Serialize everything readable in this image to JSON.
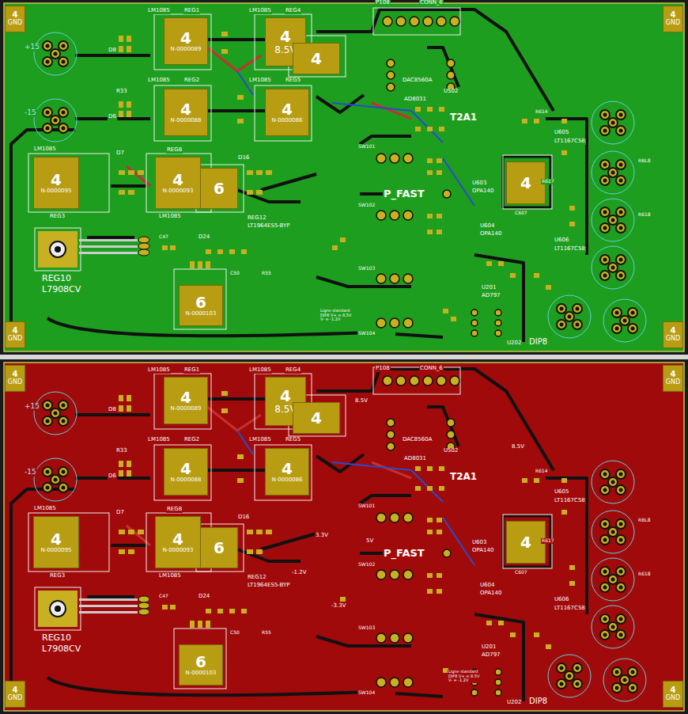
{
  "diagram": {
    "nodes": [
      {
        "text": [
          "4",
          "GND"
        ]
      },
      {
        "text": [
          "4",
          "GND"
        ]
      },
      {
        "text": [
          "4",
          "GND"
        ]
      },
      {
        "text": [
          "4",
          "GND"
        ]
      },
      {
        "text": [
          "4",
          "N-0000089"
        ]
      },
      {
        "text": [
          "4",
          "8.5V"
        ]
      },
      {
        "text": [
          "4"
        ]
      },
      {
        "text": [
          "4",
          "N-0000088"
        ]
      },
      {
        "text": [
          "4",
          "N-0000086"
        ]
      },
      {
        "text": [
          "4",
          "N-0000095"
        ]
      },
      {
        "text": [
          "4",
          "N-0000093"
        ]
      },
      {
        "text": [
          "6"
        ]
      },
      {
        "text": [
          "6",
          "N-0000103"
        ]
      },
      {
        "text": [
          "4"
        ]
      },
      {
        "text": [
          "4",
          "GND"
        ]
      },
      {
        "text": [
          "4",
          "GND"
        ]
      },
      {
        "text": [
          "4",
          "GND"
        ]
      },
      {
        "text": [
          "4",
          "GND"
        ]
      },
      {
        "text": [
          "4",
          "N-0000089"
        ]
      },
      {
        "text": [
          "4",
          "8.5V"
        ]
      },
      {
        "text": [
          "4"
        ]
      },
      {
        "text": [
          "4",
          "N-0000088"
        ]
      },
      {
        "text": [
          "4",
          "N-0000086"
        ]
      },
      {
        "text": [
          "4",
          "N-0000095"
        ]
      },
      {
        "text": [
          "4",
          "N-0000093"
        ]
      },
      {
        "text": [
          "6"
        ]
      },
      {
        "text": [
          "6",
          "N-0000103"
        ]
      },
      {
        "text": [
          "4"
        ]
      }
    ],
    "labels": [
      "+15",
      "-15",
      "LM1085",
      "REG1",
      "LM1085",
      "REG4",
      "LM1085",
      "REG2",
      "LM1085",
      "REG5",
      "REG3",
      "LM1085",
      "REG8",
      "LM1085",
      "REG10",
      "L7908CV",
      "REG12",
      "LT1964ES5-BYP",
      "D24",
      "P108",
      "CONN_6",
      "DAC8560A",
      "AD8031",
      "U502",
      "SW101",
      "SW102",
      "SW103",
      "SW104",
      "P_FAST",
      "T2A1",
      "U603",
      "OPA140",
      "U604",
      "OPA140",
      "U605",
      "LT1167C58",
      "U606",
      "LT1167C58",
      "U201",
      "AD797",
      "U202",
      "DIP8",
      "Ligne standard DIP8 V+ = 8.5V V- = -1.2V",
      "D8",
      "D6",
      "R33",
      "C607",
      "R614",
      "R617",
      "RBL8",
      "R618",
      "C47",
      "R55",
      "C50",
      "D7",
      "D16",
      "+15",
      "-15",
      "LM1085",
      "REG1",
      "LM1085",
      "REG4",
      "LM1085",
      "REG2",
      "LM1085",
      "REG5",
      "REG3",
      "LM1085",
      "REG8",
      "LM1085",
      "REG10",
      "L7908CV",
      "REG12",
      "LT1964ES5-BYP",
      "D24",
      "P108",
      "CONN_6",
      "DAC8560A",
      "AD8031",
      "U502",
      "SW101",
      "SW102",
      "SW103",
      "SW104",
      "P_FAST",
      "T2A1",
      "U603",
      "OPA140",
      "U604",
      "OPA140",
      "U605",
      "LT1167C58",
      "U606",
      "LT1167C58",
      "U201",
      "AD797",
      "U202",
      "DIP8",
      "Ligne standard DIP8 V+ = 8.5V V- = -1.2V",
      "D8",
      "D6",
      "R33",
      "C607",
      "R614",
      "R617",
      "RBL8",
      "R618",
      "C47",
      "R55",
      "C50",
      "D7",
      "D16",
      "8.5V",
      "3.3V",
      "-1.2V",
      "-3.3V",
      "5V",
      "8.5V"
    ]
  }
}
